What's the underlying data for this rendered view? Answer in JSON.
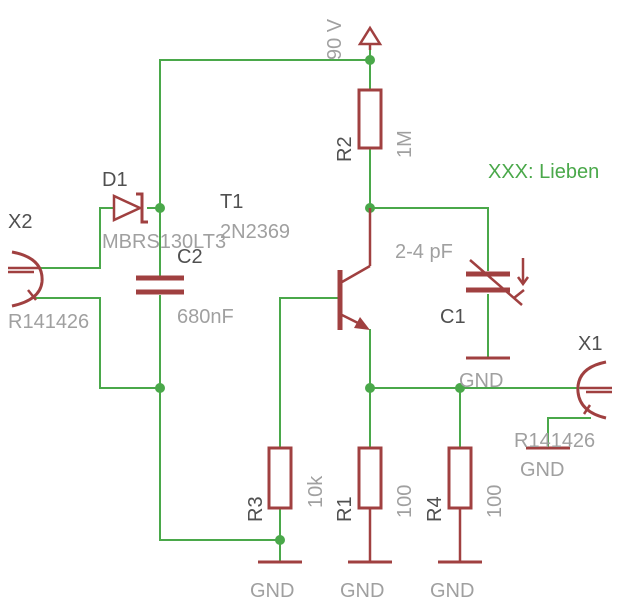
{
  "supply": {
    "label": "90 V"
  },
  "net_label": "XXX: Lieben",
  "components": {
    "D1": {
      "name": "D1",
      "value": "MBRS130LT3"
    },
    "T1": {
      "name": "T1",
      "value": "2N2369"
    },
    "C1": {
      "name": "C1",
      "value": "2-4 pF"
    },
    "C2": {
      "name": "C2",
      "value": "680nF"
    },
    "R1": {
      "name": "R1",
      "value": "100"
    },
    "R2": {
      "name": "R2",
      "value": "1M"
    },
    "R3": {
      "name": "R3",
      "value": "10k"
    },
    "R4": {
      "name": "R4",
      "value": "100"
    },
    "X1": {
      "name": "X1",
      "value": "R141426"
    },
    "X2": {
      "name": "X2",
      "value": "R141426"
    }
  },
  "gnd": {
    "c1": "GND",
    "x1": "GND",
    "r3": "GND",
    "r1": "GND",
    "r4": "GND"
  }
}
